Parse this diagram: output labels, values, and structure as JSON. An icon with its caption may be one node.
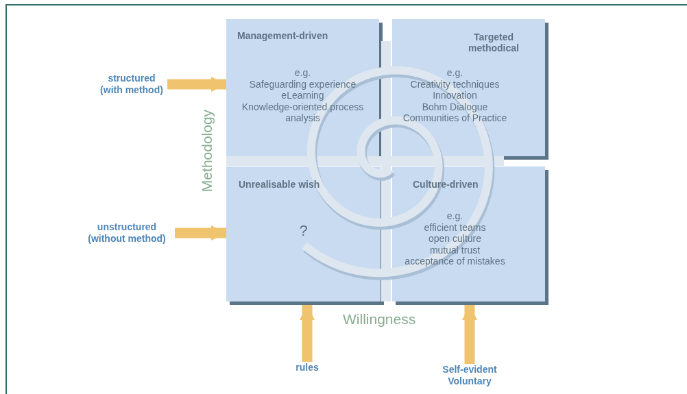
{
  "diagram": {
    "nodes": [
      {
        "text": [
          "Management-driven",
          "e.g.",
          "Safeguarding experience",
          "eLearning",
          "Knowledge-oriented process analysis"
        ]
      },
      {
        "text": [
          "Targeted methodical",
          "e.g.",
          "Creativity techniques",
          "Innovation",
          "Bohm Dialogue",
          "Communities of Practice"
        ]
      },
      {
        "text": [
          "Unrealisable wish",
          "?"
        ]
      },
      {
        "text": [
          "Culture-driven",
          "e.g.",
          "efficient teams",
          "open culture",
          "mutual trust",
          "acceptance of mistakes"
        ]
      },
      {
        "text": [
          "structured (with method)"
        ]
      },
      {
        "text": [
          "unstructured (without method)"
        ]
      },
      {
        "text": [
          "rules"
        ]
      },
      {
        "text": [
          "Self-evident Voluntary"
        ]
      }
    ],
    "edges": [
      {
        "from": 4,
        "to": 0,
        "arrow": "to"
      },
      {
        "from": 5,
        "to": 2,
        "arrow": "to"
      },
      {
        "from": 6,
        "to": 2,
        "arrow": "to"
      },
      {
        "from": 7,
        "to": 3,
        "arrow": "to"
      }
    ],
    "labels": [
      "Methodology",
      "Willingness"
    ]
  }
}
